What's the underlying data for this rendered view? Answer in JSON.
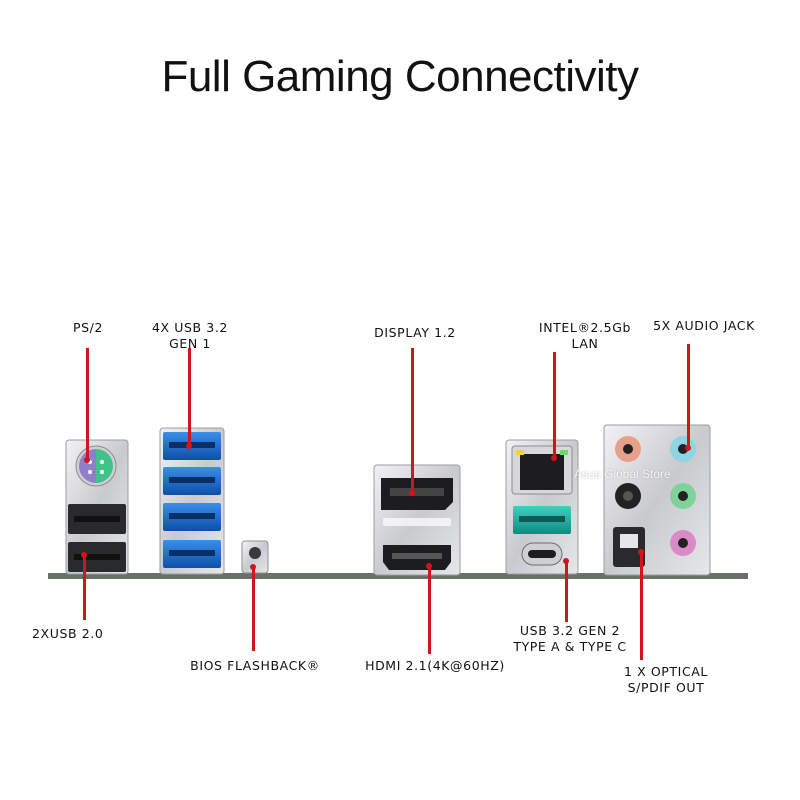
{
  "title": "Full Gaming Connectivity",
  "watermark": "Asus Global Store",
  "labels": {
    "ps2": "PS/2",
    "usb32_line1": "4X USB 3.2",
    "usb32_line2": "GEN 1",
    "display": "DISPLAY 1.2",
    "lan_line1": "INTEL®2.5Gb",
    "lan_line2": "LAN",
    "audio": "5X AUDIO JACK",
    "usb20": "2XUSB 2.0",
    "bios": "BIOS FLASHBACK®",
    "hdmi": "HDMI 2.1(4K@60HZ)",
    "usb32g2_line1": "USB 3.2 GEN 2",
    "usb32g2_line2": "TYPE A & TYPE C",
    "optical_line1": "1 X OPTICAL",
    "optical_line2": "S/PDIF OUT"
  },
  "colors": {
    "pointer": "#d0161b",
    "usb3_blue": "#1a6fd0",
    "usb_gen2_teal": "#1bb3a6",
    "ps2_purple": "#8f7fc9",
    "ps2_green": "#3fc38a",
    "audio_pink": "#e8a08a",
    "audio_cyan": "#8fd4e4",
    "audio_black": "#222222",
    "audio_green": "#7fd39a",
    "audio_magenta": "#d98bc8"
  }
}
